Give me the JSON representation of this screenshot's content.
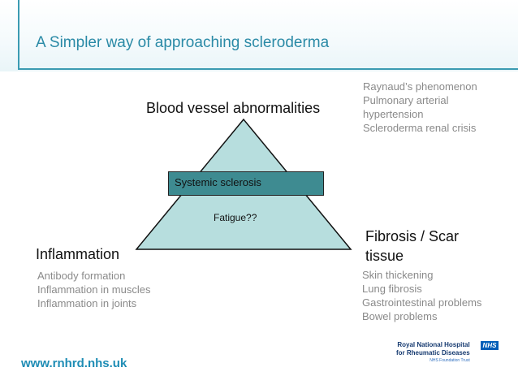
{
  "slide": {
    "title": "A Simpler way of approaching scleroderma",
    "apex": {
      "label": "Blood vessel abnormalities",
      "items": [
        "Raynaud’s phenomenon",
        "Pulmonary arterial",
        "hypertension",
        "Scleroderma renal crisis"
      ]
    },
    "left": {
      "label": "Inflammation",
      "items": [
        "Antibody formation",
        "Inflammation in muscles",
        "Inflammation in joints"
      ]
    },
    "right": {
      "label_line1": "Fibrosis / Scar",
      "label_line2": "tissue",
      "items": [
        "Skin thickening",
        "Lung fibrosis",
        "Gastrointestinal problems",
        "Bowel problems"
      ]
    },
    "center_box": "Systemic sclerosis",
    "center_text": "Fatigue??",
    "footer_url": "www.rnhrd.nhs.uk",
    "logo": {
      "line1": "Royal National Hospital",
      "line2": "for Rheumatic Diseases",
      "line3": "NHS Foundation Trust",
      "badge": "NHS"
    },
    "colors": {
      "accent": "#2a8aa6",
      "triangle_fill": "#b7dede",
      "box_fill": "#3e8b91",
      "list_text": "#8a8a8a"
    }
  }
}
